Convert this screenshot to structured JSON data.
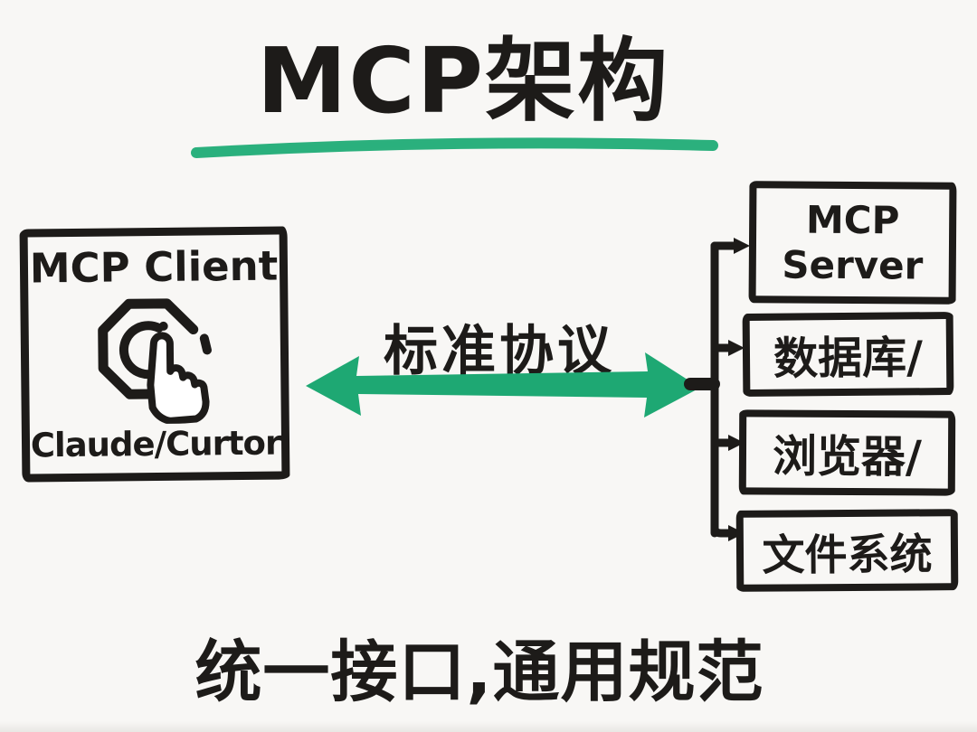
{
  "title": "MCP架构",
  "client_box": {
    "heading": "MCP Client",
    "caption": "Claude/Curtor",
    "icon": "tap-click-icon"
  },
  "protocol": {
    "label": "标准协议"
  },
  "server_boxes": [
    {
      "label": "MCP Server"
    },
    {
      "label": "数据库/"
    },
    {
      "label": "浏览器/"
    },
    {
      "label": "文件系统"
    }
  ],
  "footer": "统一接口,通用规范",
  "colors": {
    "ink": "#1d1b19",
    "green": "#1ea873",
    "underline_green": "#2bb07d",
    "background": "#f8f7f5"
  }
}
